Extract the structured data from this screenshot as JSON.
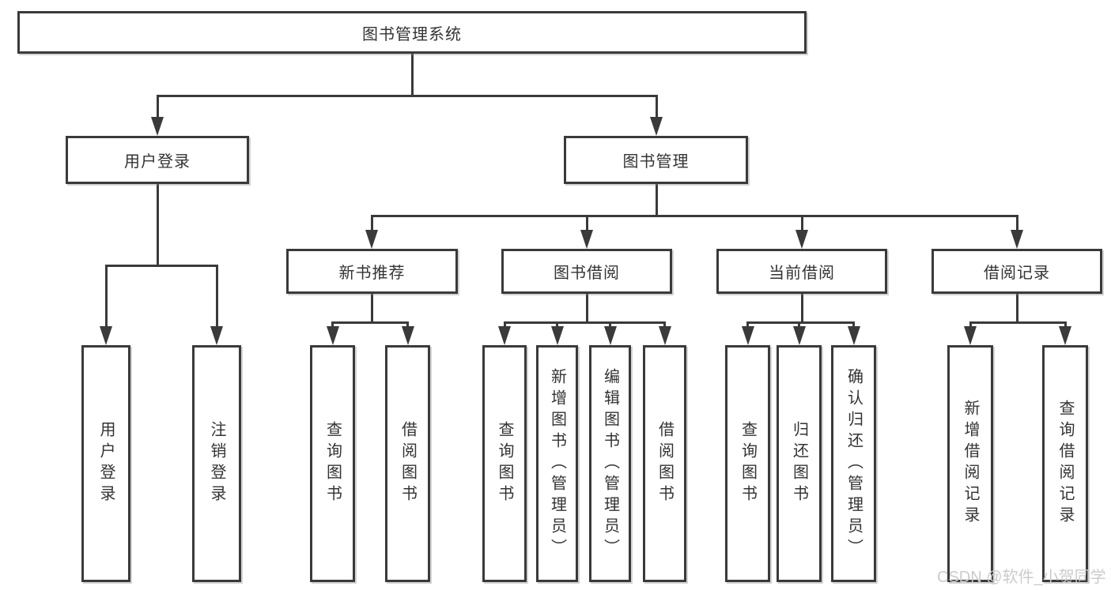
{
  "diagram": {
    "type": "hierarchy-tree",
    "tree": {
      "root": {
        "label": "图书管理系统",
        "children": [
          {
            "label": "用户登录",
            "children": [
              {
                "label": "用户登录"
              },
              {
                "label": "注销登录"
              }
            ]
          },
          {
            "label": "图书管理",
            "children": [
              {
                "label": "新书推荐",
                "children": [
                  {
                    "label": "查询图书"
                  },
                  {
                    "label": "借阅图书"
                  }
                ]
              },
              {
                "label": "图书借阅",
                "children": [
                  {
                    "label": "查询图书"
                  },
                  {
                    "label": "新增图书（管理员）"
                  },
                  {
                    "label": "编辑图书（管理员）"
                  },
                  {
                    "label": "借阅图书"
                  }
                ]
              },
              {
                "label": "当前借阅",
                "children": [
                  {
                    "label": "查询图书"
                  },
                  {
                    "label": "归还图书"
                  },
                  {
                    "label": "确认归还（管理员）"
                  }
                ]
              },
              {
                "label": "借阅记录",
                "children": [
                  {
                    "label": "新增借阅记录"
                  },
                  {
                    "label": "查询借阅记录"
                  }
                ]
              }
            ]
          }
        ]
      }
    },
    "colors": {
      "line": "#3a3a3a",
      "box_border": "#3a3a3a",
      "text": "#333333",
      "background": "#ffffff",
      "watermark": "#cbcbcb"
    }
  },
  "watermark": {
    "text": "CSDN @软件_小贺同学"
  }
}
